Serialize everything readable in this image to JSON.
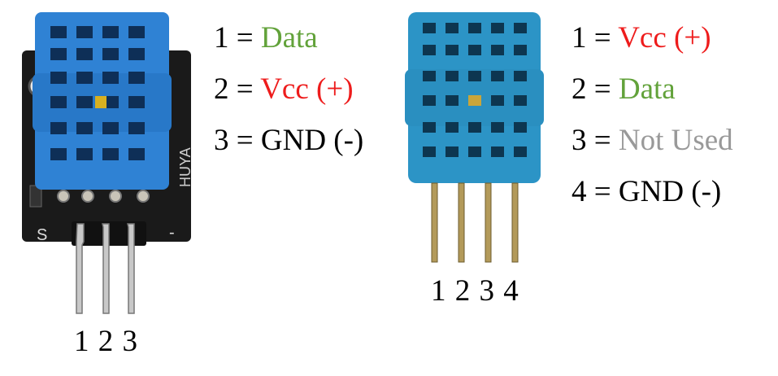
{
  "colors": {
    "signal": "#62a23a",
    "power": "#ee1c1c",
    "unused": "#999999",
    "ground": "#000000",
    "sensor_blue": "#2f82d4",
    "sensor_teal": "#2c94c6"
  },
  "left_module": {
    "board_marks": [
      "S",
      "-"
    ],
    "brand_mark": "HUYA",
    "pinout": [
      {
        "num": "1",
        "label": "Data",
        "color_key": "signal"
      },
      {
        "num": "2",
        "label": "Vcc (+)",
        "color_key": "power"
      },
      {
        "num": "3",
        "label": "GND (-)",
        "color_key": "ground"
      }
    ],
    "pin_numbers": "1 2 3"
  },
  "right_sensor": {
    "pinout": [
      {
        "num": "1",
        "label": "Vcc (+)",
        "color_key": "power"
      },
      {
        "num": "2",
        "label": "Data",
        "color_key": "signal"
      },
      {
        "num": "3",
        "label": "Not Used",
        "color_key": "unused"
      },
      {
        "num": "4",
        "label": "GND (-)",
        "color_key": "ground"
      }
    ],
    "pin_numbers": "1 2 3 4"
  }
}
